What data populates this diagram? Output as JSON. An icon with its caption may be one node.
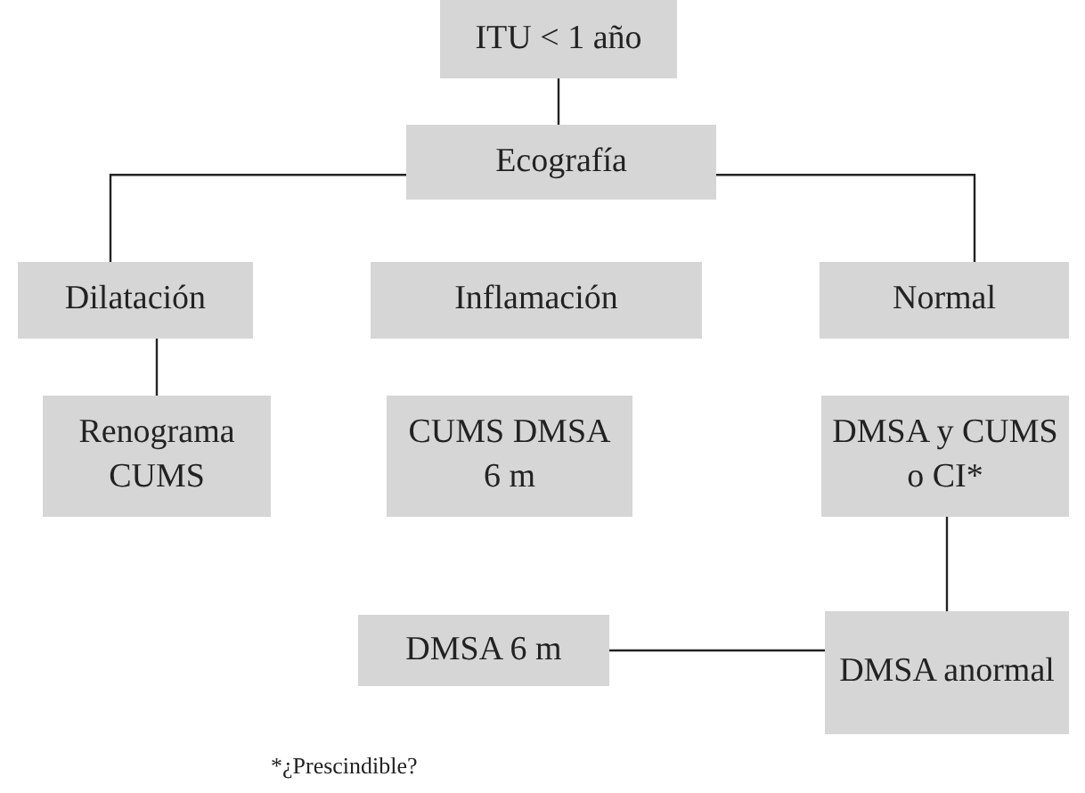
{
  "diagram": {
    "nodes": [
      {
        "text": [
          "ITU < 1 año"
        ]
      },
      {
        "text": [
          "Ecografía"
        ]
      },
      {
        "text": [
          "Dilatación"
        ]
      },
      {
        "text": [
          "Inflamación"
        ]
      },
      {
        "text": [
          "Normal"
        ]
      },
      {
        "text": [
          "Renograma CUMS"
        ]
      },
      {
        "text": [
          "CUMS DMSA 6 m"
        ]
      },
      {
        "text": [
          "DMSA y CUMS o CI*"
        ]
      },
      {
        "text": [
          "DMSA 6 m"
        ]
      },
      {
        "text": [
          "DMSA anormal"
        ]
      }
    ],
    "edges": [
      {
        "from": 0,
        "to": 1,
        "arrow": "none"
      },
      {
        "from": 1,
        "to": 2,
        "arrow": "none"
      },
      {
        "from": 1,
        "to": 4,
        "arrow": "none"
      },
      {
        "from": 2,
        "to": 5,
        "arrow": "none"
      },
      {
        "from": 7,
        "to": 9,
        "arrow": "none"
      },
      {
        "from": 9,
        "to": 8,
        "arrow": "none"
      }
    ],
    "labels": [
      "*¿Prescindible?"
    ]
  }
}
